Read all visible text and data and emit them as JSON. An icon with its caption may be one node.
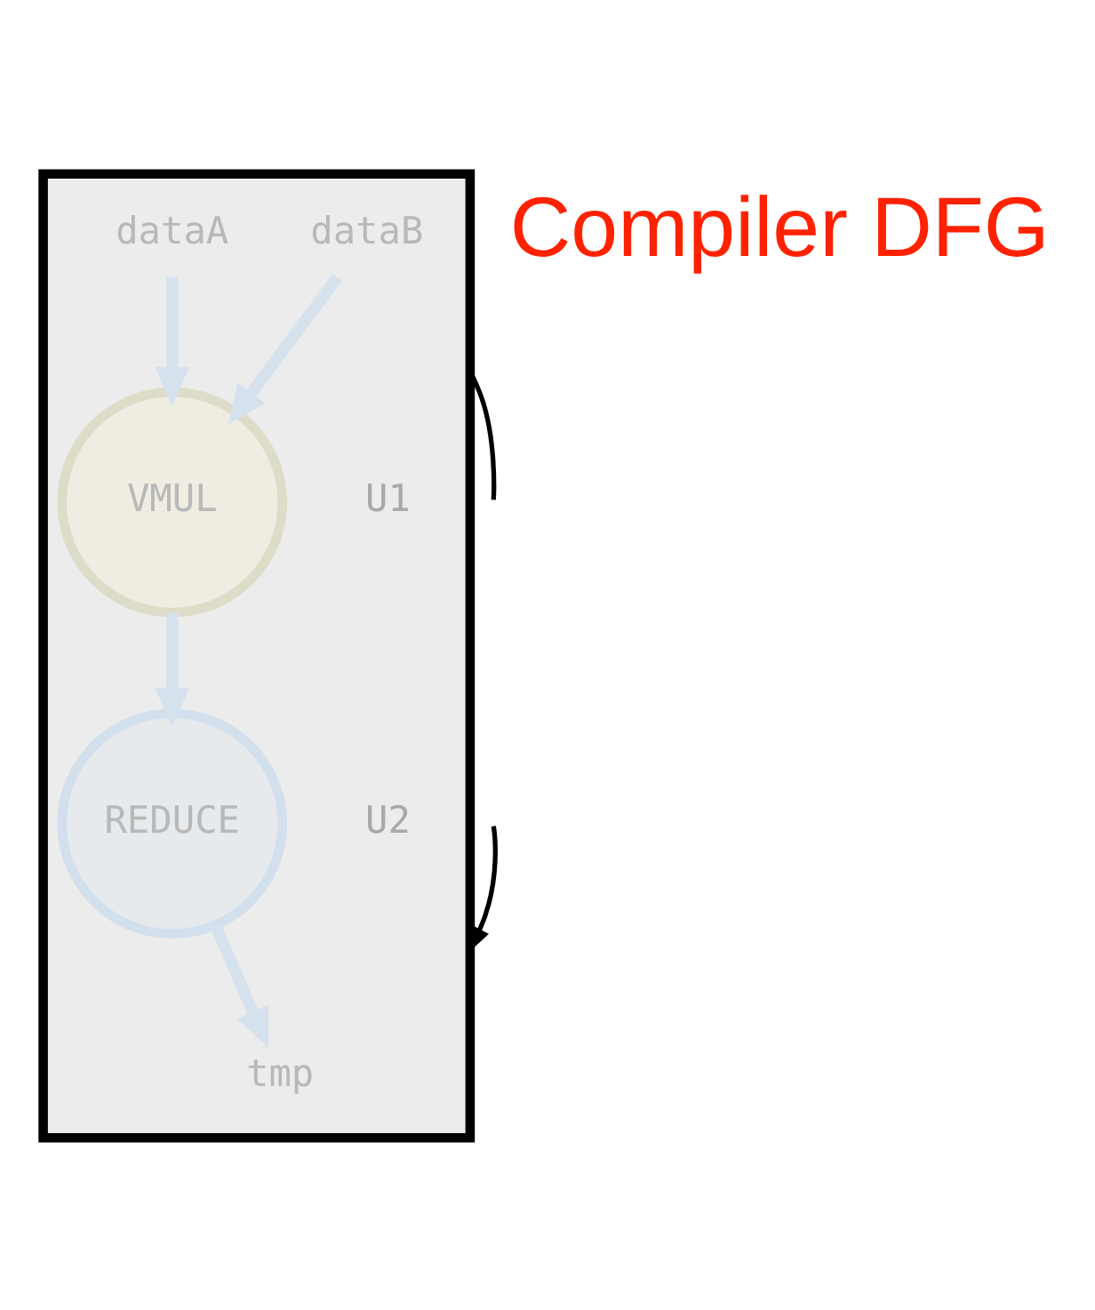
{
  "diagram": {
    "nodes": [
      {
        "text": [],
        "shape": "box"
      },
      {
        "text": [
          "dataA"
        ],
        "in": 0
      },
      {
        "text": [
          "dataB"
        ],
        "in": 0
      },
      {
        "text": [
          "VMUL"
        ],
        "in": 0,
        "beside": [
          "U1"
        ]
      },
      {
        "text": [
          "REDUCE"
        ],
        "in": 0,
        "beside": [
          "U2"
        ]
      },
      {
        "text": [
          "tmp"
        ],
        "in": 0
      }
    ],
    "edges": [
      {
        "from": 1,
        "to": 3,
        "arrow": "to"
      },
      {
        "from": 2,
        "to": 3,
        "arrow": "to"
      },
      {
        "from": 3,
        "to": 4,
        "arrow": "to"
      },
      {
        "from": 4,
        "to": 5,
        "arrow": "to"
      },
      {
        "from": 0,
        "to": null,
        "arrow": "none",
        "color": "#000000"
      },
      {
        "from": null,
        "to": 0,
        "arrow": "to",
        "color": "#000000"
      }
    ],
    "labels": [
      "Compiler DFG"
    ]
  }
}
